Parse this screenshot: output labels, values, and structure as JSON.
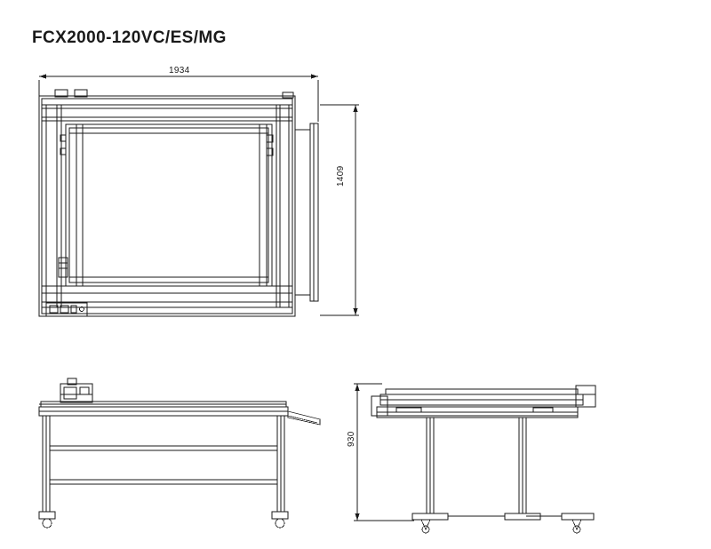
{
  "page": {
    "title": "FCX2000-120VC/ES/MG",
    "background_color": "#ffffff",
    "line_color": "#1a1a1a"
  },
  "dimensions": {
    "width_mm": "1934",
    "height_mm": "1409",
    "depth_mm": "930"
  },
  "views": {
    "top": "top-view",
    "front": "front-view",
    "side": "side-view"
  }
}
